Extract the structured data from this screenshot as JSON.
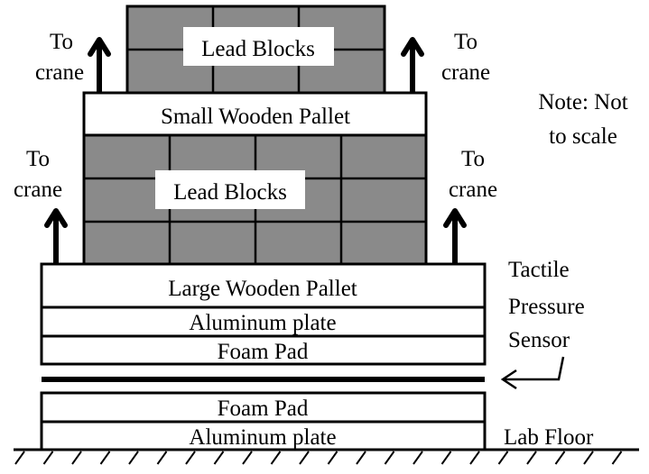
{
  "diagram": {
    "labels": {
      "top_lead_blocks": "Lead Blocks",
      "small_pallet": "Small Wooden Pallet",
      "middle_lead_blocks": "Lead Blocks",
      "large_pallet": "Large Wooden Pallet",
      "upper_aluminum": "Aluminum plate",
      "upper_foam": "Foam Pad",
      "lower_foam": "Foam Pad",
      "lower_aluminum": "Aluminum plate",
      "lab_floor": "Lab Floor",
      "note_line1": "Note: Not",
      "note_line2": "to scale",
      "sensor_line1": "Tactile",
      "sensor_line2": "Pressure",
      "sensor_line3": "Sensor"
    },
    "crane_arrows": [
      {
        "line1": "To",
        "line2": "crane",
        "position": "top-left"
      },
      {
        "line1": "To",
        "line2": "crane",
        "position": "top-right"
      },
      {
        "line1": "To",
        "line2": "crane",
        "position": "bottom-left"
      },
      {
        "line1": "To",
        "line2": "crane",
        "position": "bottom-right"
      }
    ],
    "colors": {
      "lead": "#8a8a8a",
      "outline": "#000000",
      "background": "#ffffff"
    }
  }
}
